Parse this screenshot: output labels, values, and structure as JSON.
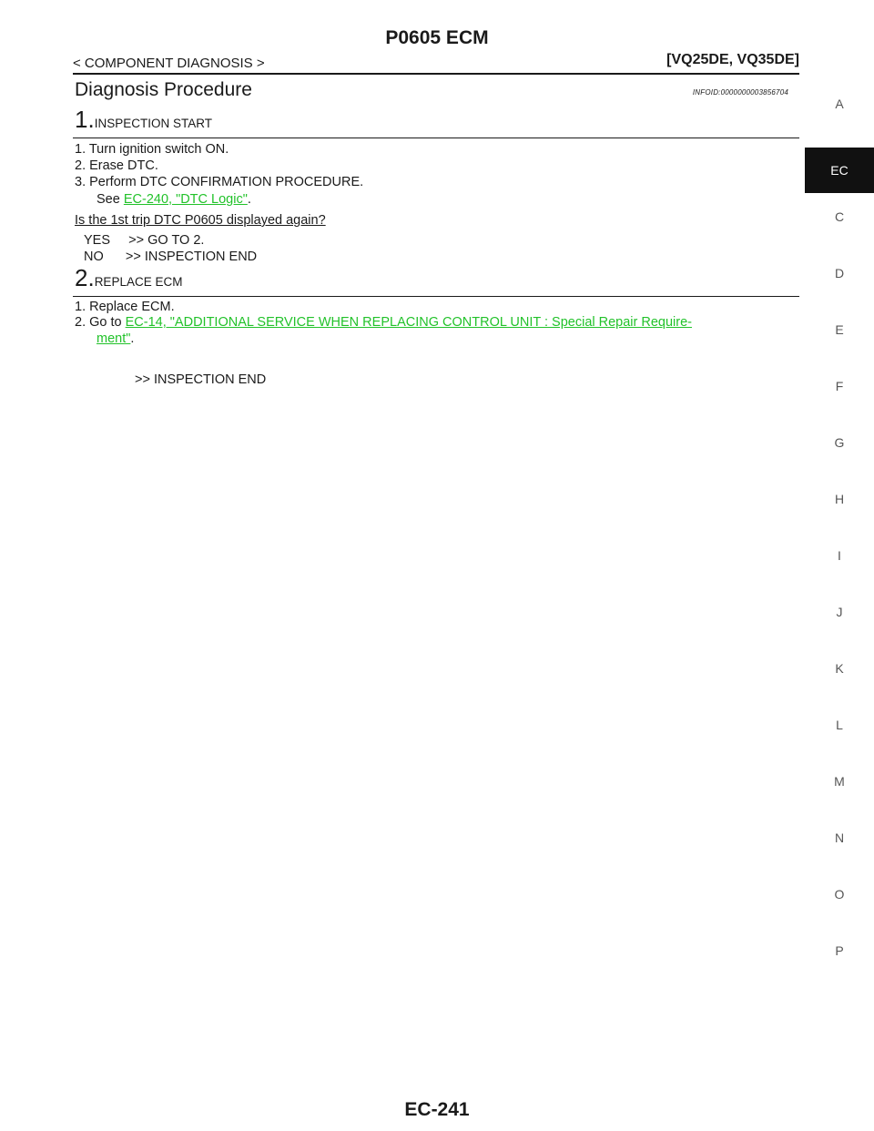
{
  "header": {
    "title": "P0605 ECM",
    "section": "< COMPONENT DIAGNOSIS >",
    "model": "[VQ25DE, VQ35DE]"
  },
  "procedure": {
    "title": "Diagnosis Procedure",
    "infoid": "INFOID:0000000003856704"
  },
  "step1": {
    "num": "1.",
    "title": "INSPECTION START",
    "item1": "1.  Turn ignition switch ON.",
    "item2": "2.  Erase DTC.",
    "item3": "3.  Perform DTC CONFIRMATION PROCEDURE.",
    "see_prefix": "See ",
    "see_link": "EC-240, \"DTC Logic\"",
    "see_suffix": ".",
    "question": "Is the 1st trip DTC P0605 displayed again?",
    "yes": "YES     >> GO TO 2.",
    "no": "NO      >> INSPECTION END"
  },
  "step2": {
    "num": "2.",
    "title": "REPLACE ECM",
    "item1": "1.  Replace ECM.",
    "item2_prefix": "2.  Go to ",
    "link_part1": "EC-14, \"ADDITIONAL SERVICE WHEN REPLACING CONTROL UNIT : Special Repair Require-",
    "link_part2": "ment\"",
    "item2_suffix": ".",
    "result": ">> INSPECTION END"
  },
  "side_tabs": [
    "A",
    "EC",
    "C",
    "D",
    "E",
    "F",
    "G",
    "H",
    "I",
    "J",
    "K",
    "L",
    "M",
    "N",
    "O",
    "P"
  ],
  "active_tab": "EC",
  "footer": {
    "page": "EC-241"
  }
}
